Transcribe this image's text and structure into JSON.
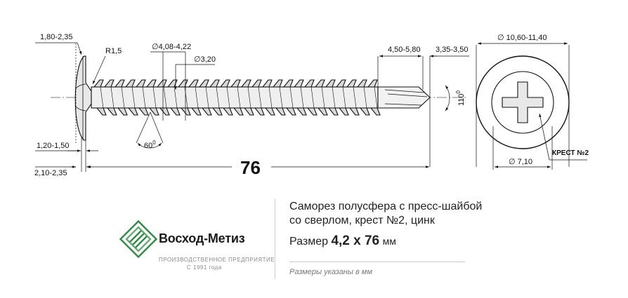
{
  "drawing": {
    "dims": {
      "washer_top": "1,80-2,35",
      "radius": "R1,5",
      "outer_diam": "∅4,08-4,22",
      "inner_diam": "∅3,20",
      "drill_len": "4,50-5,80",
      "drill_diam": "3,35-3,50",
      "thread_angle": "60",
      "tip_angle": "110",
      "washer_bottom": "1,20-1,50",
      "head_height": "2,10-2,35",
      "length": "76",
      "head_diam": "∅ 10,60-11,40",
      "recess_diam": "∅ 7,10"
    },
    "cross_label": "КРЕСТ №2"
  },
  "brand": {
    "name": "Восход-Метиз",
    "tagline1": "ПРОИЗВОДСТВЕННОЕ ПРЕДПРИЯТИЕ",
    "tagline2": "С 1991 года"
  },
  "description": {
    "line1": "Саморез полусфера с пресс-шайбой",
    "line2": "со сверлом, крест №2, цинк",
    "size_label": "Размер",
    "size_value": "4,2 х 76",
    "size_unit": "мм",
    "note": "Размеры указаны в мм"
  },
  "colors": {
    "line": "#111111",
    "screw_fill": "#e6e6e6",
    "logo_green": "#2e8b43",
    "muted": "#8a8a8a"
  }
}
